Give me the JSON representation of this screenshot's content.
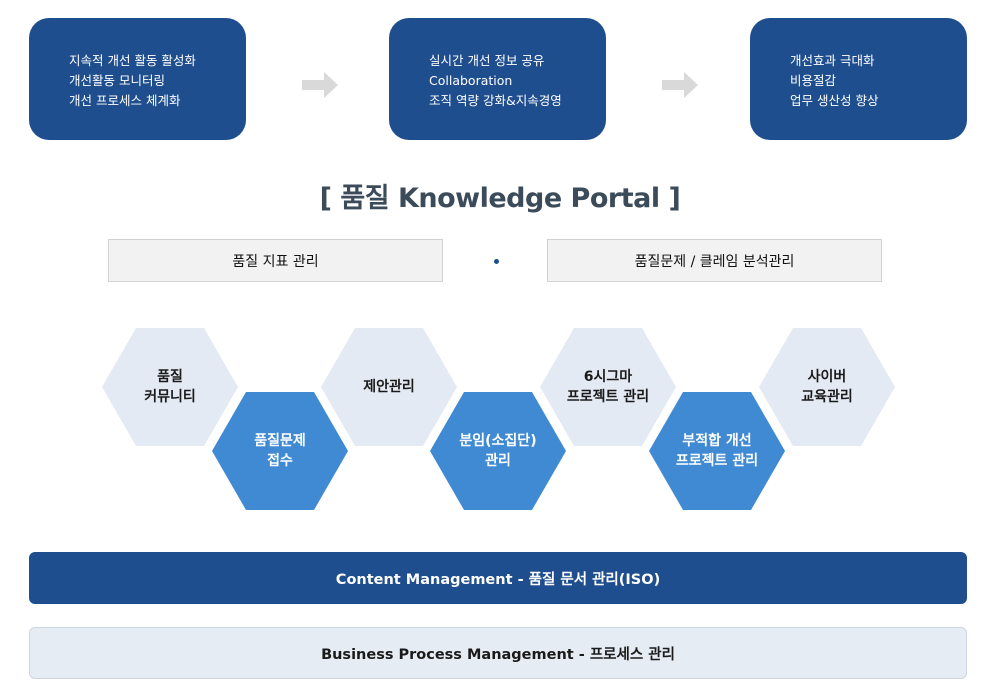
{
  "goals": [
    {
      "lines": [
        "지속적 개선 활동 활성화",
        "개선활동 모니터링",
        "개선 프로세스 체계화"
      ]
    },
    {
      "lines": [
        "실시간 개선 정보 공유",
        "Collaboration",
        "조직 역량 강화&지속경영"
      ]
    },
    {
      "lines": [
        "개선효과 극대화",
        "비용절감",
        "업무 생산성 향상"
      ]
    }
  ],
  "title": "[ 품질 Knowledge Portal ]",
  "features": [
    "품질 지표 관리",
    "품질문제 / 클레임 분석관리"
  ],
  "modules": [
    {
      "lines": [
        "품질",
        "커뮤니티"
      ]
    },
    {
      "lines": [
        "품질문제",
        "접수"
      ]
    },
    {
      "lines": [
        "제안관리"
      ]
    },
    {
      "lines": [
        "분임(소집단)",
        "관리"
      ]
    },
    {
      "lines": [
        "6시그마",
        "프로젝트 관리"
      ]
    },
    {
      "lines": [
        "부적합 개선",
        "프로젝트 관리"
      ]
    },
    {
      "lines": [
        "사이버",
        "교육관리"
      ]
    }
  ],
  "content_bar": "Content Management - 품질 문서 관리(ISO)",
  "bpm_bar": "Business Process Management - 프로세스 관리",
  "colors": {
    "navy": "#1f4e8f",
    "hex_dark": "#3f8ad3",
    "hex_light": "#e4eaf3",
    "arrow": "#d9d9d9"
  }
}
